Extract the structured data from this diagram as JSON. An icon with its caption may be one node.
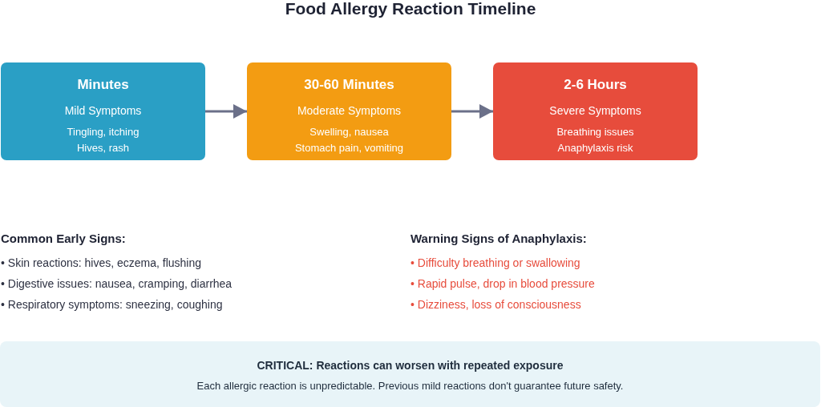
{
  "diagram": {
    "title": "Food Allergy Reaction Timeline",
    "nodes": [
      {
        "text": [
          "Minutes",
          "Mild Symptoms",
          "Tingling, itching",
          "Hives, rash"
        ]
      },
      {
        "text": [
          "30-60 Minutes",
          "Moderate Symptoms",
          "Swelling, nausea",
          "Stomach pain, vomiting"
        ]
      },
      {
        "text": [
          "2-6 Hours",
          "Severe Symptoms",
          "Breathing issues",
          "Anaphylaxis risk"
        ]
      },
      {
        "text": [
          "CRITICAL: Reactions can worsen with repeated exposure",
          "Each allergic reaction is unpredictable. Previous mild reactions don't guarantee future safety."
        ]
      }
    ],
    "edges": [
      {
        "from": 0,
        "to": 1,
        "arrow": "to"
      },
      {
        "from": 1,
        "to": 2,
        "arrow": "to"
      }
    ],
    "labels": [
      "Common Early Signs:",
      "• Skin reactions: hives, eczema, flushing",
      "• Digestive issues: nausea, cramping, diarrhea",
      "• Respiratory symptoms: sneezing, coughing",
      "Warning Signs of Anaphylaxis:",
      "• Difficulty breathing or swallowing",
      "• Rapid pulse, drop in blood pressure",
      "• Dizziness, loss of consciousness"
    ]
  }
}
